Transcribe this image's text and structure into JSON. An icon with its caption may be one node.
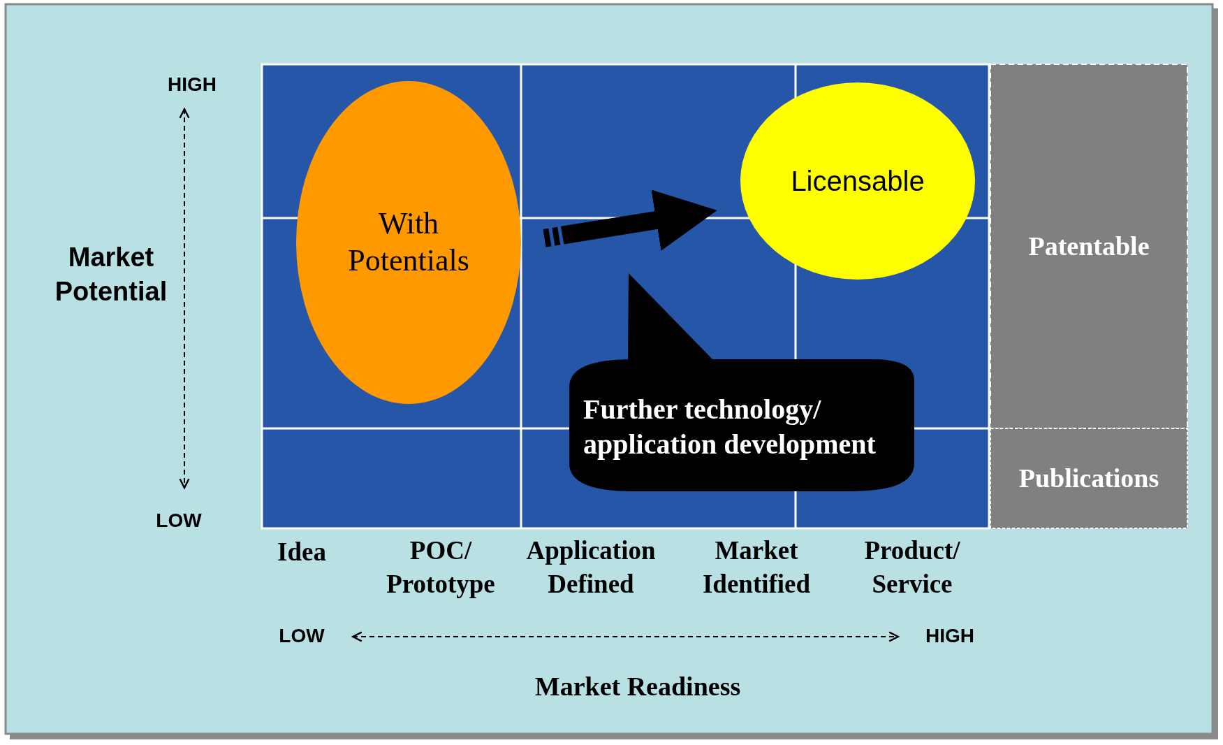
{
  "diagram": {
    "nodes": [
      {
        "text": [
          "With Potentials"
        ]
      },
      {
        "text": [
          "Licensable"
        ]
      },
      {
        "text": [
          "Further technology/ application development"
        ]
      },
      {
        "text": [
          "Patentable"
        ]
      },
      {
        "text": [
          "Publications"
        ]
      }
    ],
    "edges": [
      {
        "from": 0,
        "to": 1,
        "arrow": "to"
      }
    ],
    "labels": [
      "HIGH",
      "Market Potential",
      "LOW",
      "Idea",
      "POC/ Prototype",
      "Application Defined",
      "Market Identified",
      "Product/ Service",
      "LOW",
      "HIGH",
      "Market Readiness"
    ]
  }
}
